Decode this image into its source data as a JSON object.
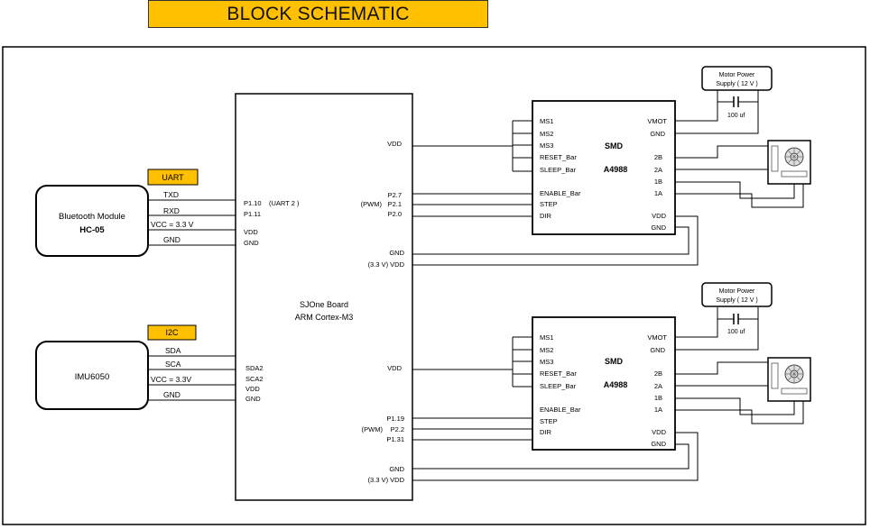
{
  "title": "BLOCK SCHEMATIC",
  "mcu": {
    "name": "SJOne Board",
    "subtitle": "ARM Cortex-M3"
  },
  "bluetooth": {
    "name": "Bluetooth  Module",
    "model": "HC-05",
    "bus": "UART",
    "pins": [
      "TXD",
      "RXD",
      "VCC = 3.3 V",
      "GND"
    ],
    "mcu_pins": [
      "P1.10",
      "P1.11",
      "VDD",
      "GND"
    ],
    "mcu_note": "(UART 2 )"
  },
  "imu": {
    "name": "IMU6050",
    "bus": "I2C",
    "pins": [
      "SDA",
      "SCA",
      "VCC = 3.3V",
      "GND"
    ],
    "mcu_pins": [
      "SDA2",
      "SCA2",
      "VDD",
      "GND"
    ]
  },
  "mcu_right_pins": {
    "driver1": {
      "vdd": "VDD",
      "p1": "P2.7",
      "p2_prefix": "(PWM)",
      "p2": "P2.1",
      "p3": "P2.0",
      "gnd": "GND",
      "vdd33": "(3.3 V) VDD"
    },
    "driver2": {
      "vdd": "VDD",
      "p1": "P1.19",
      "p2_prefix": "(PWM)",
      "p2": "P2.2",
      "p3": "P1.31",
      "gnd": "GND",
      "vdd33": "(3.3 V) VDD"
    }
  },
  "driver": {
    "title": "SMD",
    "model": "A4988",
    "left_pins": [
      "MS1",
      "MS2",
      "MS3",
      "RESET_Bar",
      "SLEEP_Bar",
      "ENABLE_Bar",
      "STEP",
      "DIR"
    ],
    "right_pins": [
      "VMOT",
      "GND",
      "2B",
      "2A",
      "1B",
      "1A",
      "VDD",
      "GND"
    ]
  },
  "power": {
    "label_line1": "Motor Power",
    "label_line2": "Supply ( 12 V )",
    "cap": "100 uf"
  },
  "icons": {
    "motor": "stepper-motor-icon",
    "capacitor": "capacitor-icon"
  }
}
